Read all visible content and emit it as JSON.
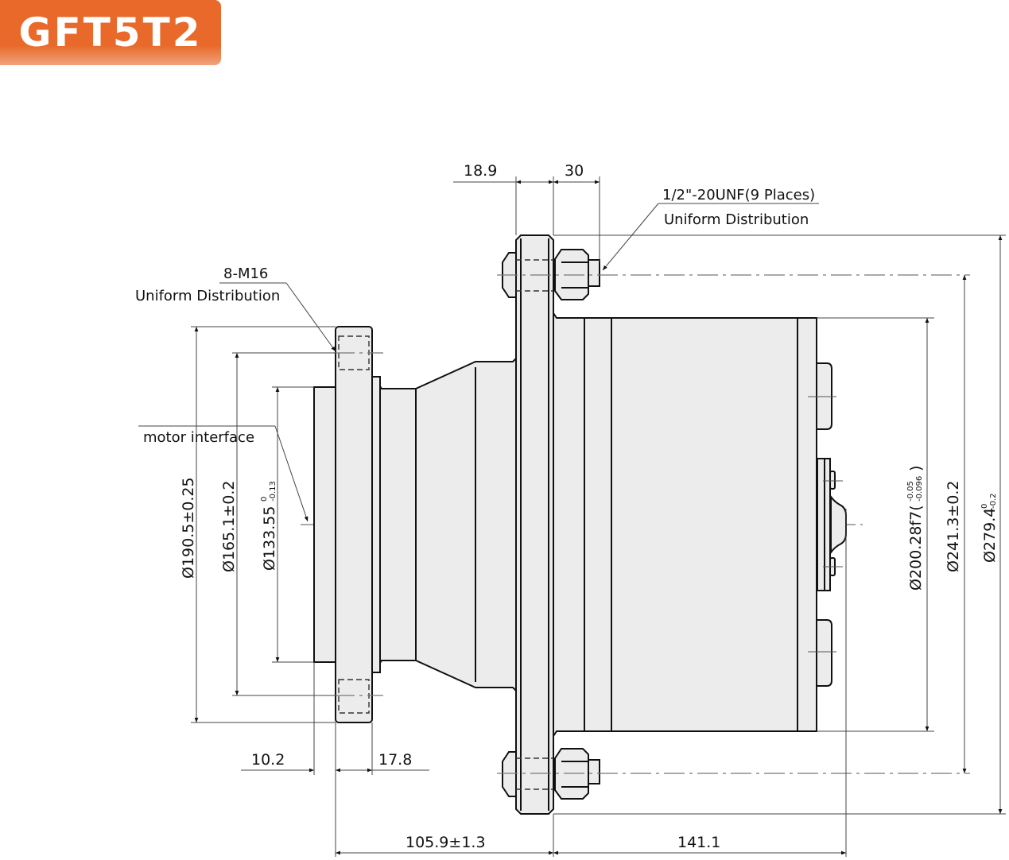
{
  "header": {
    "model_badge": "GFT5T2",
    "badge_color": "#e8692a"
  },
  "drawing": {
    "type": "dimensioned side view",
    "subject": "gearbox / final drive with motor interface flange"
  },
  "callouts": {
    "flange_bolts": {
      "line1": "1/2\"-20UNF(9 Places)",
      "line2": "Uniform Distribution"
    },
    "motor_holes": {
      "line1": "8-M16",
      "line2": "Uniform Distribution"
    },
    "motor_interface": {
      "label": "motor  interface"
    }
  },
  "dimensions": {
    "top": {
      "flange_thickness": "18.9",
      "bolt_length": "30"
    },
    "left_diameters": {
      "d1": {
        "value": "Ø190.5±0.25"
      },
      "d2": {
        "value": "Ø165.1±0.2"
      },
      "d3": {
        "value": "Ø133.55",
        "upper": "0",
        "lower": "-0.13"
      }
    },
    "right_diameters": {
      "d4": {
        "value": "Ø200.28f7(",
        "upper": "-0.05",
        "lower": "-0.096",
        "close": ")"
      },
      "d5": {
        "value": "Ø241.3±0.2"
      },
      "d6": {
        "value": "Ø279.4",
        "upper": "0",
        "lower": "-0.2"
      }
    },
    "bottom_small": {
      "pilot_length": "10.2",
      "motor_flange_thickness": "17.8"
    },
    "bottom_overall": {
      "motor_side_length": "105.9±1.3",
      "drive_side_length": "141.1"
    }
  },
  "colors": {
    "part_fill": "#ececec",
    "outline": "#111111",
    "dimension_line": "#444444"
  }
}
